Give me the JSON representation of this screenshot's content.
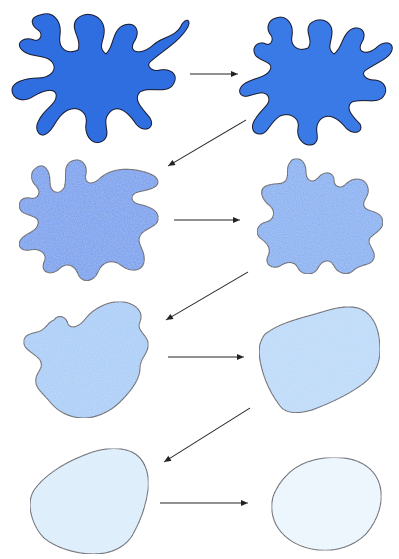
{
  "diagram": {
    "stages": [
      {
        "id": "stage-1",
        "color": "#2f6ee0",
        "pattern": "solid"
      },
      {
        "id": "stage-2",
        "color": "#3a7ae6",
        "pattern": "solid"
      },
      {
        "id": "stage-3",
        "color": "#5b92ec",
        "pattern": "textured"
      },
      {
        "id": "stage-4",
        "color": "#72a6f0",
        "pattern": "textured"
      },
      {
        "id": "stage-5",
        "color": "#9ec7f6",
        "pattern": "textured"
      },
      {
        "id": "stage-6",
        "color": "#b3d6f8",
        "pattern": "textured"
      },
      {
        "id": "stage-7",
        "color": "#d7ebfb",
        "pattern": "textured"
      },
      {
        "id": "stage-8",
        "color": "#e9f4fd",
        "pattern": "textured"
      }
    ],
    "arrows": [
      {
        "from": "stage-1",
        "to": "stage-2",
        "direction": "right"
      },
      {
        "from": "stage-2",
        "to": "stage-3",
        "direction": "down-left"
      },
      {
        "from": "stage-3",
        "to": "stage-4",
        "direction": "right"
      },
      {
        "from": "stage-4",
        "to": "stage-5",
        "direction": "down-left"
      },
      {
        "from": "stage-5",
        "to": "stage-6",
        "direction": "right"
      },
      {
        "from": "stage-6",
        "to": "stage-7",
        "direction": "down-left"
      },
      {
        "from": "stage-7",
        "to": "stage-8",
        "direction": "right"
      }
    ],
    "stroke_color": "#1a1a2e",
    "arrow_color": "#222222"
  }
}
